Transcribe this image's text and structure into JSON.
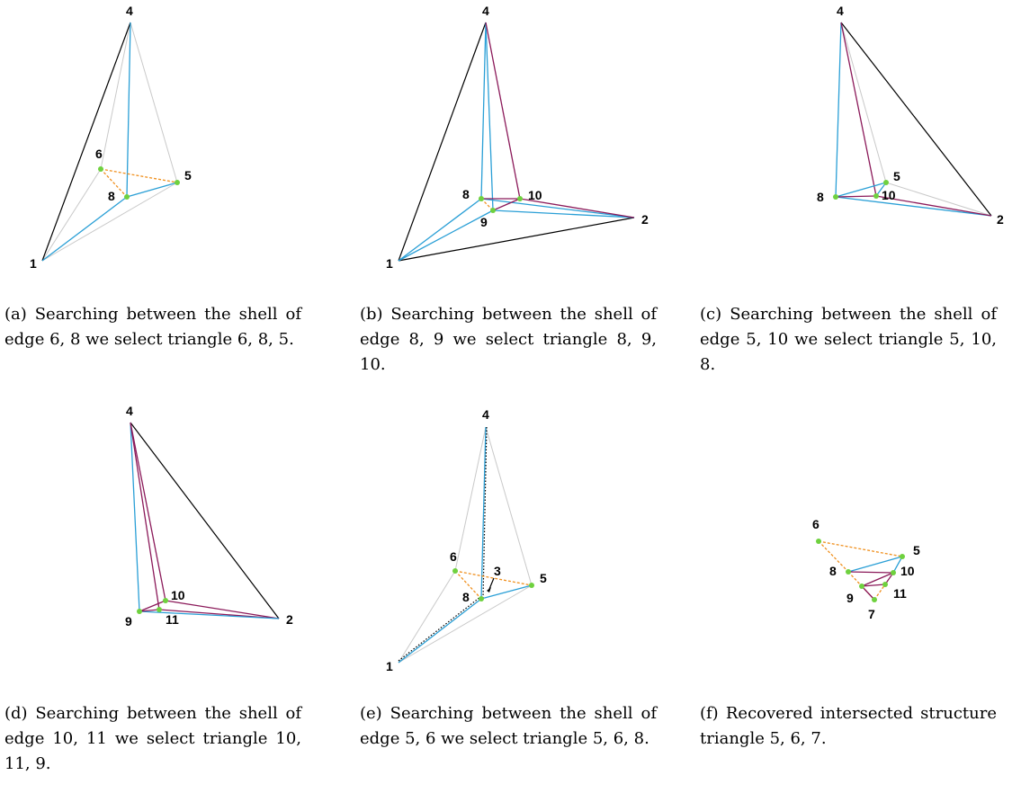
{
  "colors": {
    "boundary": "#000000",
    "mesh": "#c9c9c9",
    "shell": "#2a9fd6",
    "selected": "#8b1a5a",
    "intersection": "#f0901e",
    "vertex": "#6fd13f"
  },
  "panels": [
    {
      "id": "a",
      "caption": "(a) Searching between the shell of edge 6, 8 we select triangle 6, 8, 5.",
      "labels": {
        "v4": "4",
        "v6": "6",
        "v5": "5",
        "v8": "8",
        "v1": "1"
      }
    },
    {
      "id": "b",
      "caption": "(b) Searching between the shell of edge 8, 9 we select triangle 8, 9, 10.",
      "labels": {
        "v4": "4",
        "v8": "8",
        "v10": "10",
        "v9": "9",
        "v2": "2",
        "v1": "1"
      }
    },
    {
      "id": "c",
      "caption": "(c) Searching between the shell of edge 5, 10 we select triangle 5, 10, 8.",
      "labels": {
        "v4": "4",
        "v5": "5",
        "v8": "8",
        "v10": "10",
        "v2": "2"
      }
    },
    {
      "id": "d",
      "caption": "(d) Searching between the shell of edge 10, 11 we select triangle 10, 11, 9.",
      "labels": {
        "v4": "4",
        "v10": "10",
        "v9": "9",
        "v11": "11",
        "v2": "2"
      }
    },
    {
      "id": "e",
      "caption": "(e) Searching between the shell of edge 5, 6 we select triangle 5, 6, 8.",
      "labels": {
        "v4": "4",
        "v6": "6",
        "v3": "3",
        "v5": "5",
        "v8": "8",
        "v1": "1"
      }
    },
    {
      "id": "f",
      "caption": "(f) Recovered intersected structure triangle 5, 6, 7.",
      "labels": {
        "v6": "6",
        "v5": "5",
        "v8": "8",
        "v10": "10",
        "v9": "9",
        "v11": "11",
        "v7": "7"
      }
    }
  ]
}
